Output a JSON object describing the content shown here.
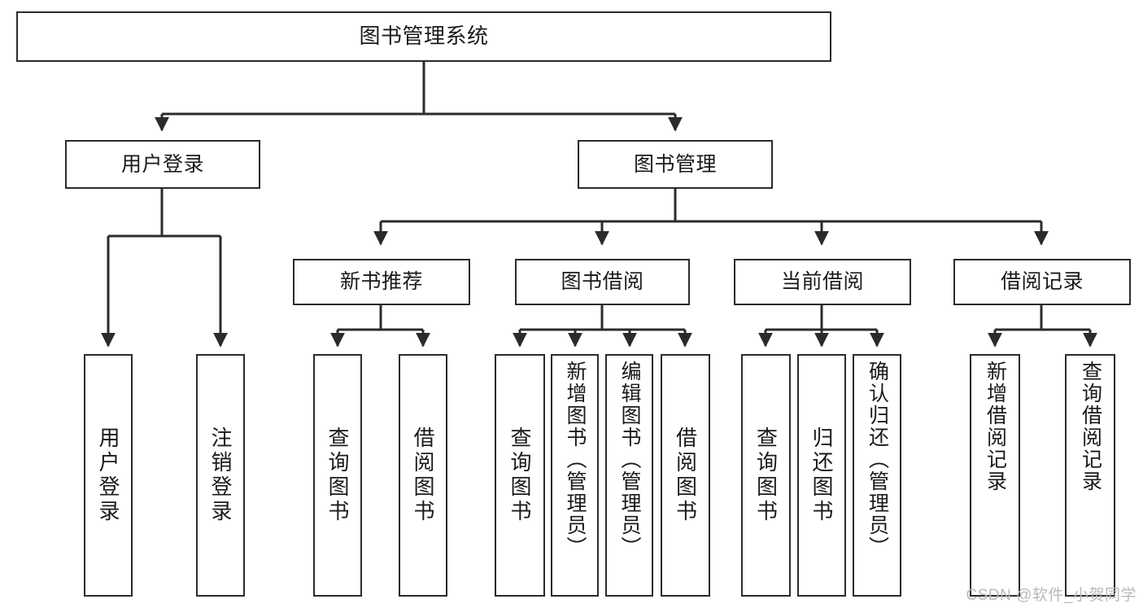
{
  "diagram": {
    "title": "图书管理系统",
    "type": "tree",
    "watermark": "CSDN @软件_小贺同学",
    "colors": {
      "stroke": "#2b2b2b",
      "fill": "#ffffff",
      "text": "#1a1a1a",
      "watermark": "#b9b9b9"
    },
    "levels": {
      "root": {
        "label": "图书管理系统"
      },
      "level2": [
        {
          "id": "user-login",
          "label": "用户登录"
        },
        {
          "id": "book-manage",
          "label": "图书管理"
        }
      ],
      "level3": [
        {
          "id": "new-book-rec",
          "label": "新书推荐"
        },
        {
          "id": "book-borrow",
          "label": "图书借阅"
        },
        {
          "id": "current-borrow",
          "label": "当前借阅"
        },
        {
          "id": "borrow-record",
          "label": "借阅记录"
        }
      ],
      "leaves": {
        "user-login": [
          {
            "id": "leaf-user-login",
            "label": "用户登录"
          },
          {
            "id": "leaf-logout",
            "label": "注销登录"
          }
        ],
        "new-book-rec": [
          {
            "id": "leaf-query-book-1",
            "label": "查询图书"
          },
          {
            "id": "leaf-borrow-book-1",
            "label": "借阅图书"
          }
        ],
        "book-borrow": [
          {
            "id": "leaf-query-book-2",
            "label": "查询图书"
          },
          {
            "id": "leaf-add-book",
            "label": "新增图书（管理员）"
          },
          {
            "id": "leaf-edit-book",
            "label": "编辑图书（管理员）"
          },
          {
            "id": "leaf-borrow-book-2",
            "label": "借阅图书"
          }
        ],
        "current-borrow": [
          {
            "id": "leaf-query-book-3",
            "label": "查询图书"
          },
          {
            "id": "leaf-return-book",
            "label": "归还图书"
          },
          {
            "id": "leaf-confirm-return",
            "label": "确认归还（管理员）"
          }
        ],
        "borrow-record": [
          {
            "id": "leaf-add-record",
            "label": "新增借阅记录"
          },
          {
            "id": "leaf-query-record",
            "label": "查询借阅记录"
          }
        ]
      }
    }
  }
}
